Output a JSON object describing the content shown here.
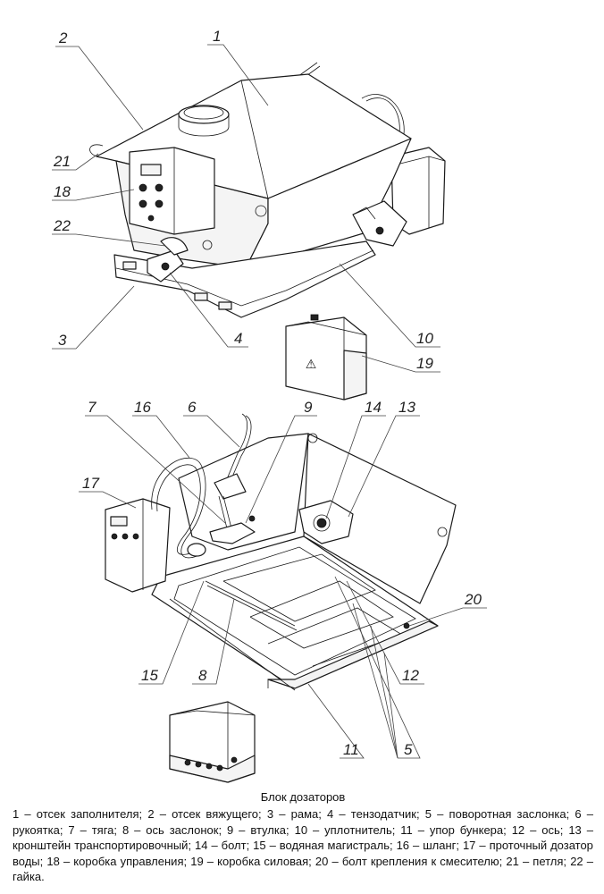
{
  "caption": {
    "title": "Блок дозаторов",
    "legend": [
      {
        "num": "1",
        "text": "1 – отсек заполнителя;"
      },
      {
        "num": "2",
        "text": "2 – отсек вяжущего;"
      },
      {
        "num": "3",
        "text": "3 – рама;"
      },
      {
        "num": "4",
        "text": "4 – тензодатчик;"
      },
      {
        "num": "5",
        "text": "5 – поворотная заслонка;"
      },
      {
        "num": "6",
        "text": "6 – рукоятка;"
      },
      {
        "num": "7",
        "text": "7 – тяга;"
      },
      {
        "num": "8",
        "text": "8 – ось заслонок;"
      },
      {
        "num": "9",
        "text": "9 – втулка;"
      },
      {
        "num": "10",
        "text": "10 – уплотнитель;"
      },
      {
        "num": "11",
        "text": "11 – упор бункера;"
      },
      {
        "num": "12",
        "text": "12 – ось;"
      },
      {
        "num": "13",
        "text": "13 – кронштейн транспортировочный;"
      },
      {
        "num": "14",
        "text": "14 – болт;"
      },
      {
        "num": "15",
        "text": "15 – водяная магистраль;"
      },
      {
        "num": "16",
        "text": "16 – шланг;"
      },
      {
        "num": "17",
        "text": "17 – проточный дозатор воды;"
      },
      {
        "num": "18",
        "text": "18 – коробка управления;"
      },
      {
        "num": "19",
        "text": "19 – коробка силовая;"
      },
      {
        "num": "20",
        "text": "20 – болт крепления к смесителю;"
      },
      {
        "num": "21",
        "text": "21 – петля;"
      },
      {
        "num": "22",
        "text": "22 – гайка."
      }
    ]
  },
  "callouts": {
    "c1": "1",
    "c2": "2",
    "c3": "3",
    "c4": "4",
    "c5": "5",
    "c6": "6",
    "c7": "7",
    "c8": "8",
    "c9": "9",
    "c10": "10",
    "c11": "11",
    "c12": "12",
    "c13": "13",
    "c14": "14",
    "c15": "15",
    "c16": "16",
    "c17": "17",
    "c18": "18",
    "c19": "19",
    "c20": "20",
    "c21": "21",
    "c22": "22"
  },
  "symbols": {
    "warning_icon": "warning-triangle-icon"
  }
}
